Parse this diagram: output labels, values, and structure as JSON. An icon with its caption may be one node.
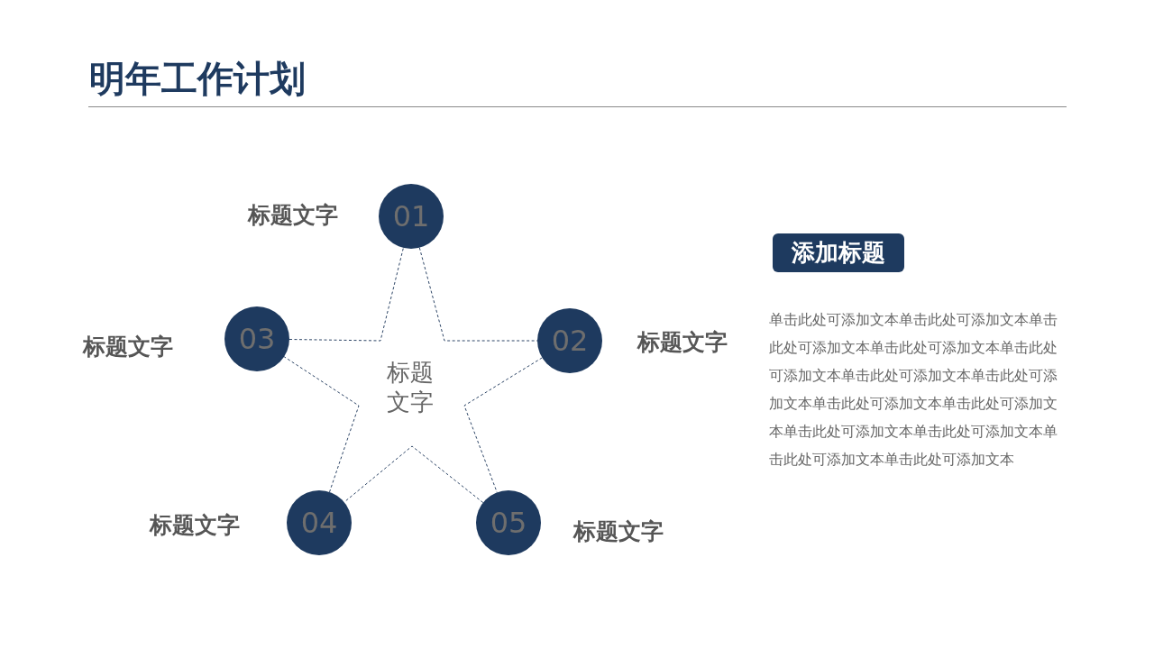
{
  "diagram": {
    "title": "明年工作计划",
    "nodes": [
      {
        "text": [
          "01"
        ],
        "beside": [
          "标题文字"
        ]
      },
      {
        "text": [
          "02"
        ],
        "beside": [
          "标题文字"
        ]
      },
      {
        "text": [
          "03"
        ],
        "beside": [
          "标题文字"
        ]
      },
      {
        "text": [
          "04"
        ],
        "beside": [
          "标题文字"
        ]
      },
      {
        "text": [
          "05"
        ],
        "beside": [
          "标题文字"
        ]
      },
      {
        "text": [
          "添加标题"
        ]
      }
    ],
    "edges": [
      {
        "from": 0,
        "to": 1,
        "arrow": "none",
        "style": "dashed"
      },
      {
        "from": 1,
        "to": 4,
        "arrow": "none",
        "style": "dashed"
      },
      {
        "from": 4,
        "to": 3,
        "arrow": "none",
        "style": "dashed"
      },
      {
        "from": 3,
        "to": 2,
        "arrow": "none",
        "style": "dashed"
      },
      {
        "from": 2,
        "to": 0,
        "arrow": "none",
        "style": "dashed"
      }
    ],
    "labels": [
      "标题文字",
      "单击此处可添加文本单击此处可添加文本单击此处可添加文本单击此处可添加文本单击此处可添加文本单击此处可添加文本单击此处可添加文本单击此处可添加文本单击此处可添加文本单击此处可添加文本单击此处可添加文本单击此处可添加文本单击此处可添加文本"
    ]
  }
}
